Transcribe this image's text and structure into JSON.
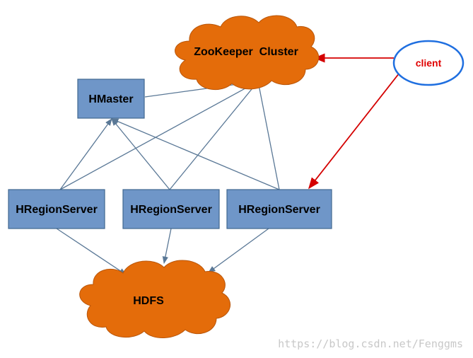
{
  "nodes": {
    "zookeeper": {
      "label": "ZooKeeper  Cluster"
    },
    "hmaster": {
      "label": "HMaster"
    },
    "client": {
      "label": "client"
    },
    "regionservers": [
      {
        "label": "HRegionServer"
      },
      {
        "label": "HRegionServer"
      },
      {
        "label": "HRegionServer"
      }
    ],
    "hdfs": {
      "label": "HDFS"
    }
  },
  "edges": [
    {
      "from": "hregionserver-1",
      "to": "hmaster"
    },
    {
      "from": "hregionserver-2",
      "to": "hmaster"
    },
    {
      "from": "hregionserver-3",
      "to": "hmaster"
    },
    {
      "from": "hregionserver-1",
      "to": "zookeeper"
    },
    {
      "from": "hregionserver-2",
      "to": "zookeeper"
    },
    {
      "from": "hregionserver-3",
      "to": "zookeeper"
    },
    {
      "from": "hmaster",
      "to": "zookeeper"
    },
    {
      "from": "hregionserver-1",
      "to": "hdfs"
    },
    {
      "from": "hregionserver-2",
      "to": "hdfs"
    },
    {
      "from": "hregionserver-3",
      "to": "hdfs"
    },
    {
      "from": "client",
      "to": "zookeeper"
    },
    {
      "from": "client",
      "to": "hregionserver-3"
    }
  ],
  "colors": {
    "cloud_fill": "#e46c0a",
    "box_fill": "#6f96c8",
    "box_border": "#41678f",
    "edge_gray": "#5a7896",
    "edge_client": "#d40000",
    "client_border": "#1f6fe0"
  },
  "watermark": "https://blog.csdn.net/Fenggms"
}
